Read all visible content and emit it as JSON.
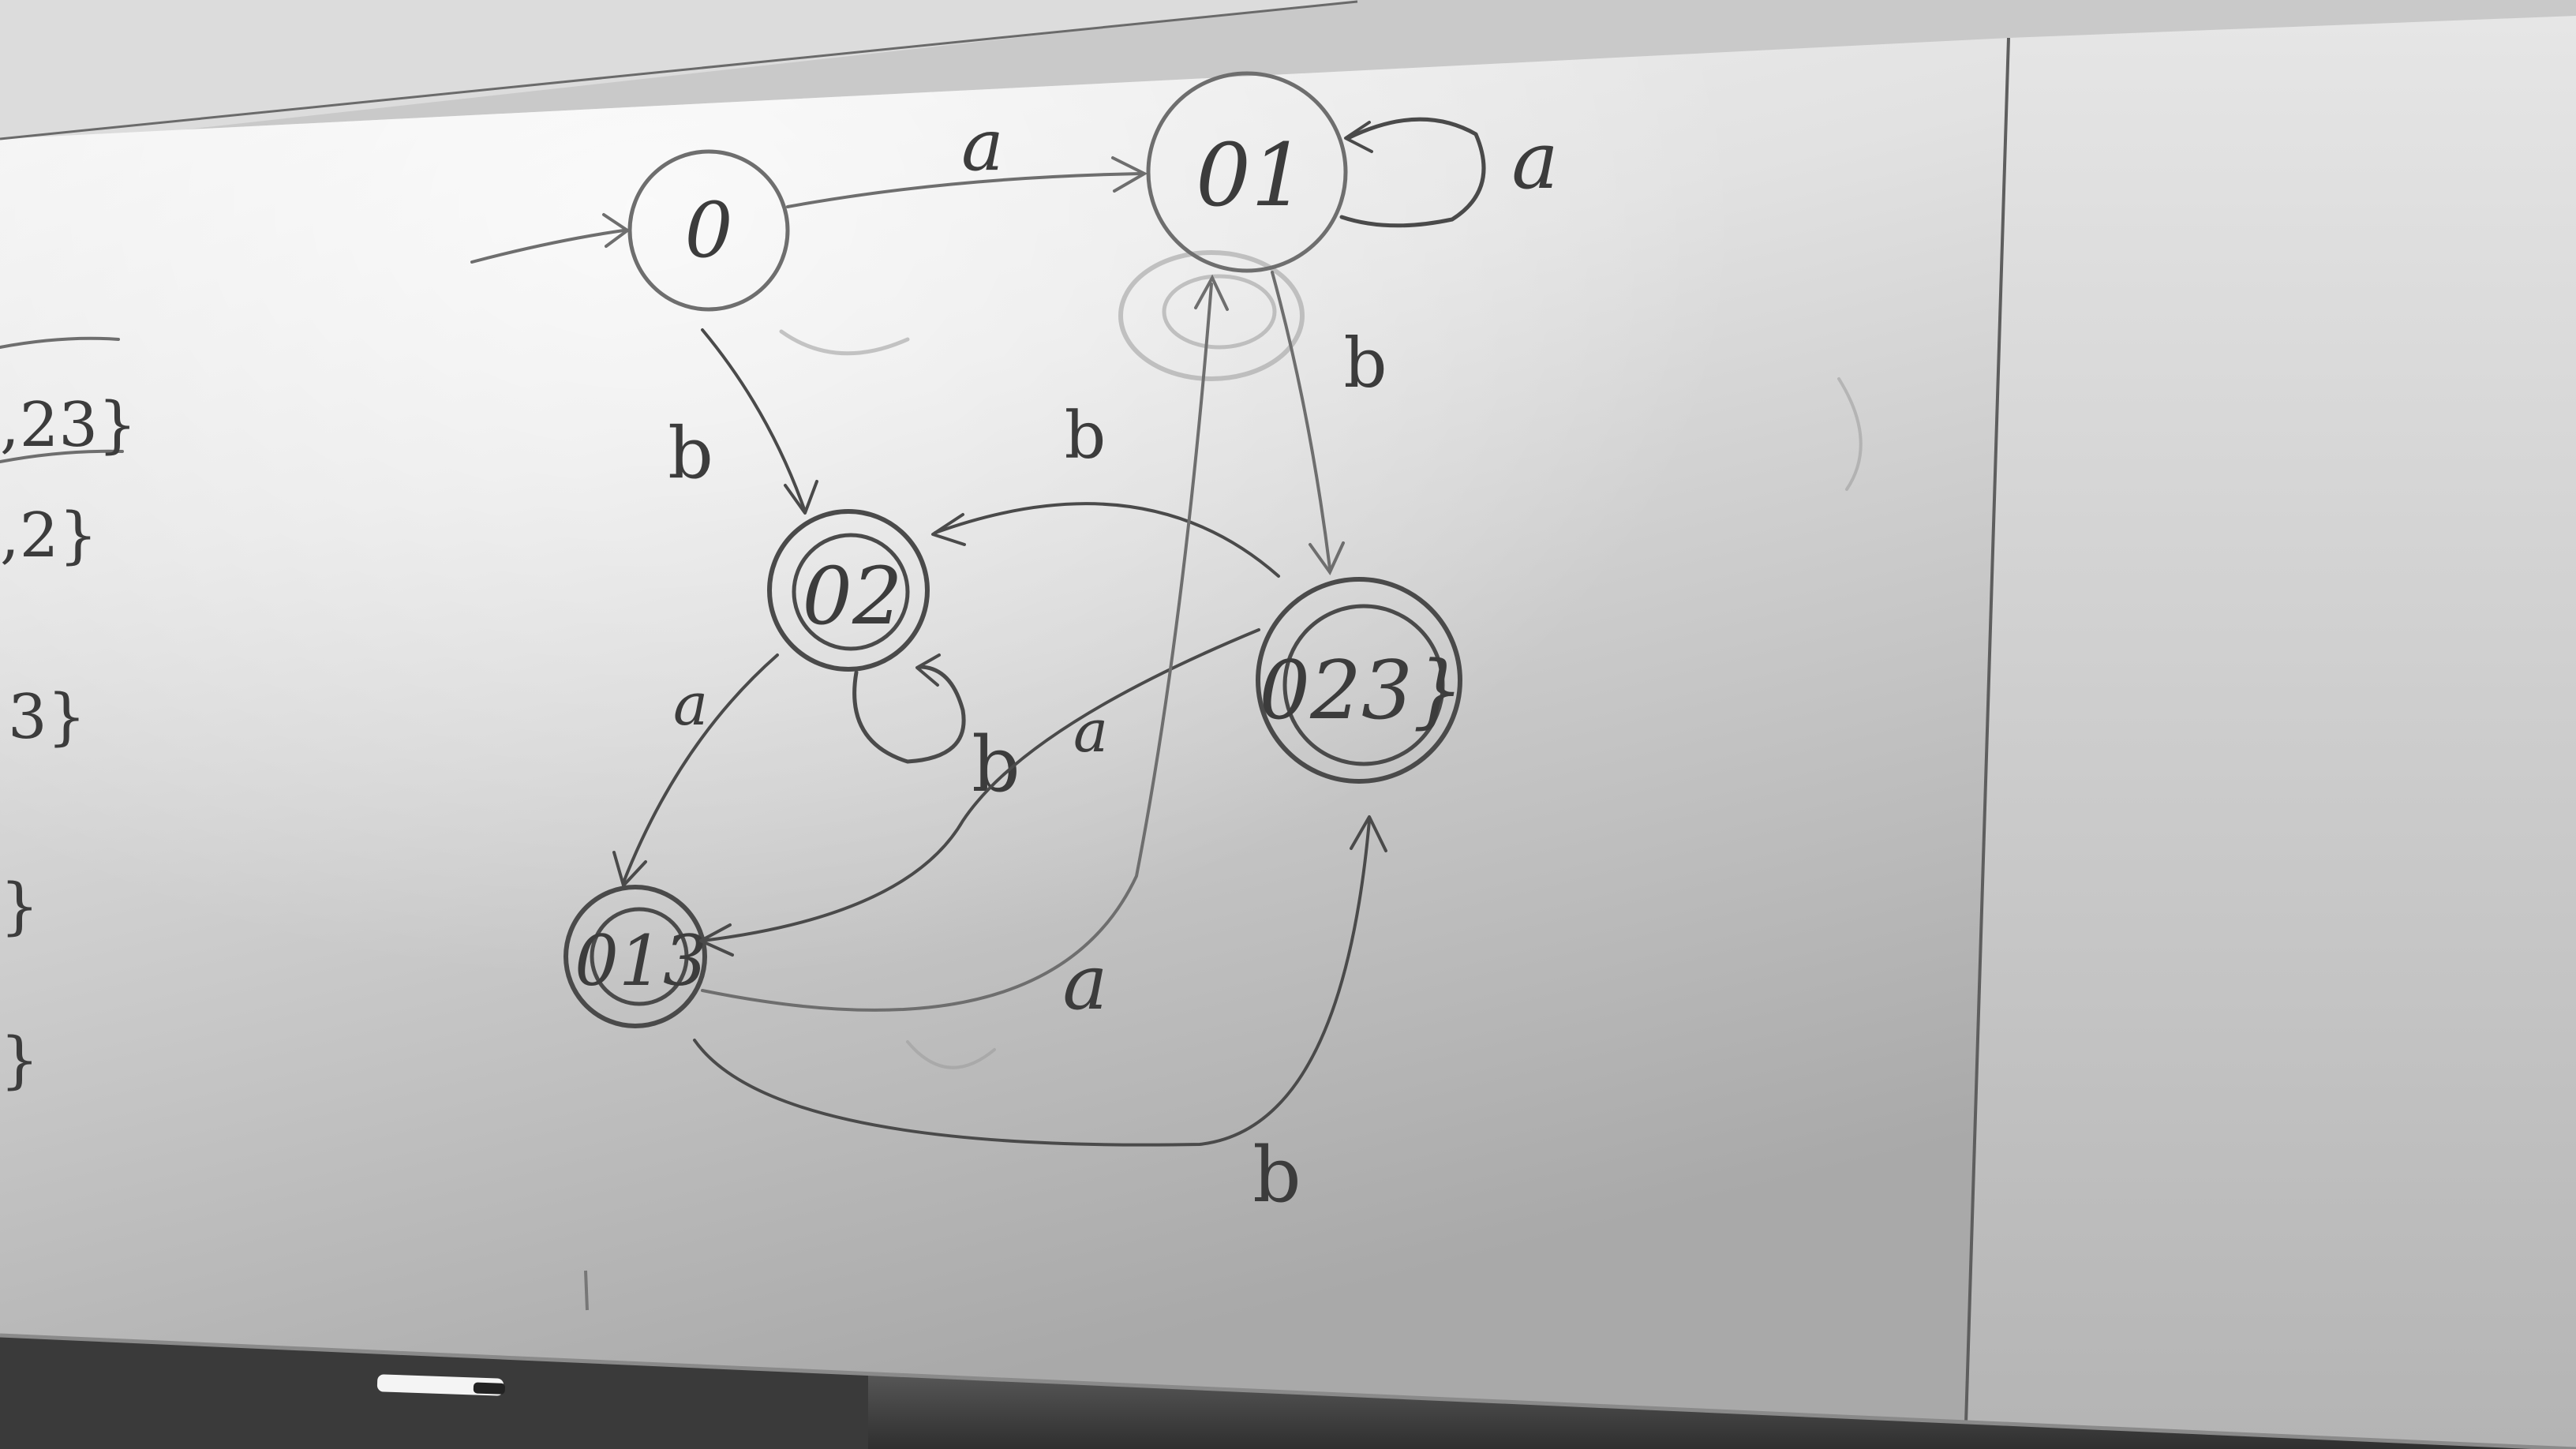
{
  "diagram": {
    "states": [
      {
        "id": "0",
        "label": "0",
        "accepting": false,
        "start": true
      },
      {
        "id": "01",
        "label": "01",
        "accepting": false,
        "start": false
      },
      {
        "id": "02",
        "label": "02",
        "accepting": true,
        "start": false
      },
      {
        "id": "023",
        "label": "023}",
        "accepting": true,
        "start": false
      },
      {
        "id": "013",
        "label": "013",
        "accepting": true,
        "start": false
      }
    ],
    "transitions": [
      {
        "from": "0",
        "to": "01",
        "symbol": "a"
      },
      {
        "from": "0",
        "to": "02",
        "symbol": "b"
      },
      {
        "from": "01",
        "to": "01",
        "symbol": "a"
      },
      {
        "from": "01",
        "to": "023",
        "symbol": "b"
      },
      {
        "from": "02",
        "to": "02",
        "symbol": "b"
      },
      {
        "from": "02",
        "to": "013",
        "symbol": "a"
      },
      {
        "from": "023",
        "to": "02",
        "symbol": "b"
      },
      {
        "from": "023",
        "to": "013",
        "symbol": "a"
      },
      {
        "from": "013",
        "to": "01",
        "symbol": "a"
      },
      {
        "from": "013",
        "to": "023",
        "symbol": "b"
      }
    ]
  },
  "left_edge_notes": [
    ",23}",
    ",2}",
    "3}",
    "}",
    "}"
  ]
}
